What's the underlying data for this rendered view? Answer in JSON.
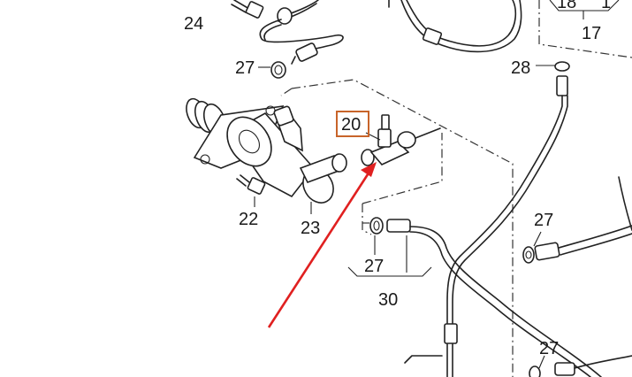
{
  "diagram": {
    "callouts": {
      "c24": "24",
      "c27a": "27",
      "c18": "18",
      "c1": "1",
      "c17": "17",
      "c28": "28",
      "c20": "20",
      "c22": "22",
      "c23": "23",
      "c27b": "27",
      "c27c": "27",
      "c30": "30",
      "c27d": "27"
    },
    "colors": {
      "highlight_box": "#c8642a",
      "arrow": "#e02020",
      "line": "#222222"
    }
  }
}
